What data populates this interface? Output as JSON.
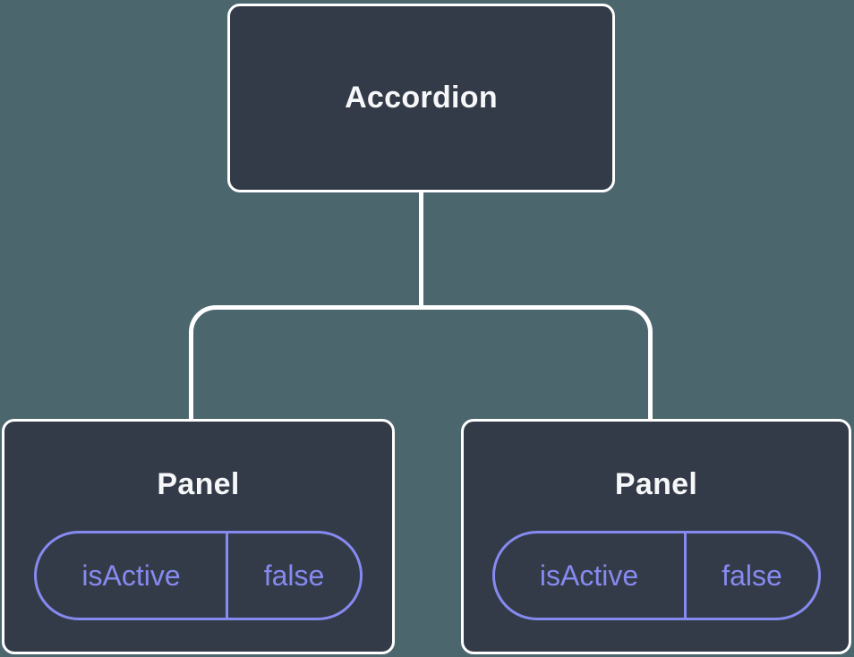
{
  "diagram": {
    "type": "component-tree",
    "colors": {
      "background": "#4C666E",
      "node_fill": "#343B48",
      "node_border": "#FFFFFF",
      "node_text": "#F6F7F9",
      "connector": "#FFFFFF",
      "prop_accent": "#868AF0"
    },
    "root": {
      "label": "Accordion"
    },
    "children": [
      {
        "label": "Panel",
        "prop": {
          "name": "isActive",
          "value": "false"
        }
      },
      {
        "label": "Panel",
        "prop": {
          "name": "isActive",
          "value": "false"
        }
      }
    ]
  }
}
